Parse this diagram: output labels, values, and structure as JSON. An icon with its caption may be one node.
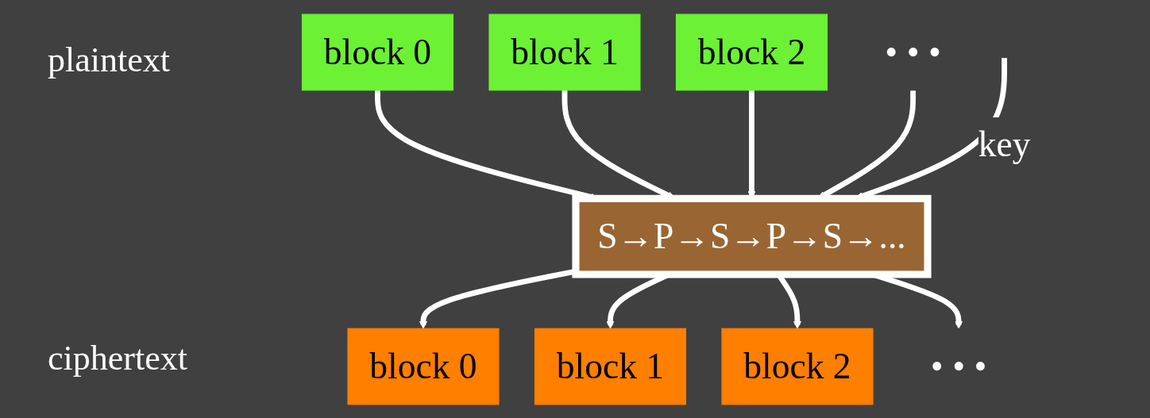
{
  "diagram": {
    "nodes": [
      {
        "text": [
          "block 0"
        ]
      },
      {
        "text": [
          "block 1"
        ]
      },
      {
        "text": [
          "block 2"
        ]
      },
      {
        "text": [
          "• • •"
        ]
      },
      {
        "text": [
          "S→P→S→P→S→..."
        ]
      },
      {
        "text": [
          "block 0"
        ]
      },
      {
        "text": [
          "block 1"
        ]
      },
      {
        "text": [
          "block 2"
        ]
      },
      {
        "text": [
          "• • •"
        ]
      }
    ],
    "edges": [
      {
        "from": 0,
        "to": 4,
        "arrow": "to"
      },
      {
        "from": 1,
        "to": 4,
        "arrow": "to"
      },
      {
        "from": 2,
        "to": 4,
        "arrow": "to"
      },
      {
        "from": 3,
        "to": 4,
        "arrow": "to"
      },
      {
        "from": null,
        "to": 4,
        "arrow": "to",
        "label": "key"
      },
      {
        "from": 4,
        "to": 5,
        "arrow": "to"
      },
      {
        "from": 4,
        "to": 6,
        "arrow": "to"
      },
      {
        "from": 4,
        "to": 7,
        "arrow": "to"
      },
      {
        "from": 4,
        "to": 8,
        "arrow": "to"
      }
    ],
    "labels": [
      "plaintext",
      "ciphertext"
    ]
  }
}
